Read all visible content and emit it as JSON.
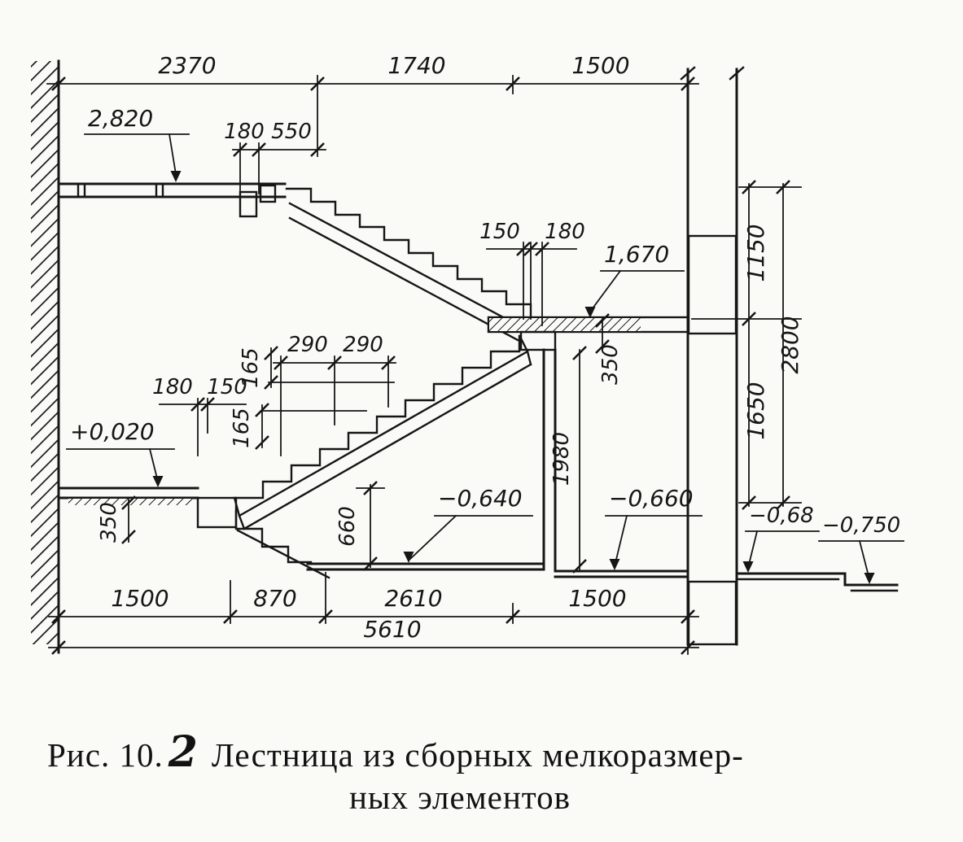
{
  "labels": {
    "t2370": "2370",
    "t1740": "1740",
    "t1500": "1500",
    "e2820": "2,820",
    "d180a": "180",
    "d550": "550",
    "d150a": "150",
    "d180b": "180",
    "e1670": "1,670",
    "v1150": "1150",
    "v2800": "2800",
    "v1650": "1650",
    "d290a": "290",
    "d290b": "290",
    "v165a": "165",
    "v165b": "165",
    "d180c": "180",
    "d150b": "150",
    "e0020": "+0,020",
    "v350l": "350",
    "v350r": "350",
    "v1980": "1980",
    "v660": "660",
    "e0640": "−0,640",
    "e0660": "−0,660",
    "e068": "−0,68",
    "e0750": "−0,750",
    "b1500a": "1500",
    "b870": "870",
    "b2610": "2610",
    "b1500b": "1500",
    "b5610": "5610"
  },
  "caption": {
    "prefix": "Рис. 10.",
    "number": "2",
    "rest": "Лестница из сборных мелкоразмер-",
    "line2": "ных элементов"
  }
}
